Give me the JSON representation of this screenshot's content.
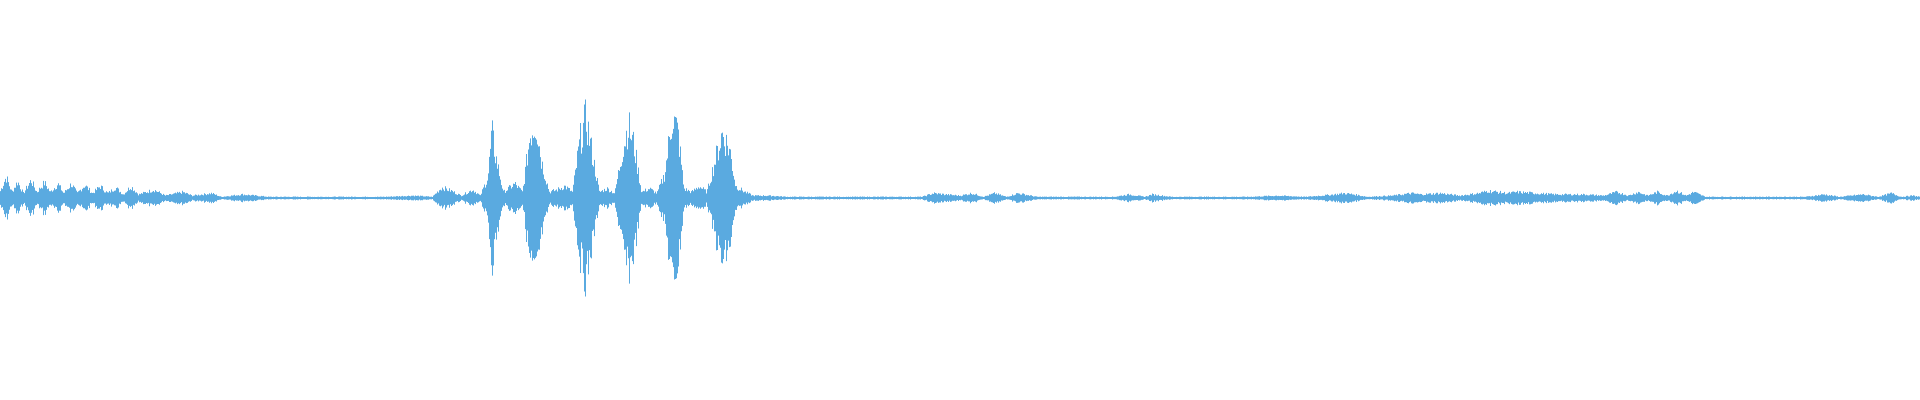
{
  "waveform": {
    "color": "#5aaae0",
    "background": "#ffffff",
    "envelope": [
      [
        0.0,
        0.06
      ],
      [
        0.003,
        0.18
      ],
      [
        0.006,
        0.05
      ],
      [
        0.009,
        0.14
      ],
      [
        0.012,
        0.04
      ],
      [
        0.016,
        0.15
      ],
      [
        0.019,
        0.05
      ],
      [
        0.023,
        0.13
      ],
      [
        0.026,
        0.05
      ],
      [
        0.03,
        0.12
      ],
      [
        0.033,
        0.04
      ],
      [
        0.037,
        0.12
      ],
      [
        0.04,
        0.04
      ],
      [
        0.044,
        0.11
      ],
      [
        0.048,
        0.04
      ],
      [
        0.052,
        0.1
      ],
      [
        0.056,
        0.04
      ],
      [
        0.06,
        0.09
      ],
      [
        0.064,
        0.03
      ],
      [
        0.068,
        0.1
      ],
      [
        0.072,
        0.03
      ],
      [
        0.08,
        0.07
      ],
      [
        0.086,
        0.02
      ],
      [
        0.095,
        0.05
      ],
      [
        0.1,
        0.02
      ],
      [
        0.11,
        0.04
      ],
      [
        0.115,
        0.01
      ],
      [
        0.126,
        0.03
      ],
      [
        0.14,
        0.01
      ],
      [
        0.16,
        0.01
      ],
      [
        0.18,
        0.01
      ],
      [
        0.2,
        0.01
      ],
      [
        0.215,
        0.02
      ],
      [
        0.225,
        0.01
      ],
      [
        0.23,
        0.09
      ],
      [
        0.235,
        0.06
      ],
      [
        0.24,
        0.02
      ],
      [
        0.246,
        0.07
      ],
      [
        0.25,
        0.02
      ],
      [
        0.254,
        0.18
      ],
      [
        0.256,
        0.55
      ],
      [
        0.258,
        0.35
      ],
      [
        0.262,
        0.05
      ],
      [
        0.268,
        0.12
      ],
      [
        0.272,
        0.05
      ],
      [
        0.276,
        0.55
      ],
      [
        0.279,
        0.65
      ],
      [
        0.282,
        0.3
      ],
      [
        0.286,
        0.05
      ],
      [
        0.29,
        0.07
      ],
      [
        0.294,
        0.1
      ],
      [
        0.298,
        0.05
      ],
      [
        0.302,
        0.5
      ],
      [
        0.305,
        0.68
      ],
      [
        0.308,
        0.4
      ],
      [
        0.312,
        0.05
      ],
      [
        0.316,
        0.08
      ],
      [
        0.32,
        0.04
      ],
      [
        0.324,
        0.4
      ],
      [
        0.327,
        0.62
      ],
      [
        0.33,
        0.45
      ],
      [
        0.334,
        0.05
      ],
      [
        0.338,
        0.08
      ],
      [
        0.342,
        0.04
      ],
      [
        0.346,
        0.2
      ],
      [
        0.35,
        0.7
      ],
      [
        0.353,
        0.55
      ],
      [
        0.356,
        0.08
      ],
      [
        0.36,
        0.05
      ],
      [
        0.364,
        0.1
      ],
      [
        0.368,
        0.05
      ],
      [
        0.372,
        0.3
      ],
      [
        0.376,
        0.55
      ],
      [
        0.38,
        0.4
      ],
      [
        0.383,
        0.1
      ],
      [
        0.388,
        0.05
      ],
      [
        0.392,
        0.02
      ],
      [
        0.4,
        0.02
      ],
      [
        0.41,
        0.01
      ],
      [
        0.43,
        0.01
      ],
      [
        0.45,
        0.01
      ],
      [
        0.48,
        0.01
      ],
      [
        0.486,
        0.04
      ],
      [
        0.492,
        0.03
      ],
      [
        0.5,
        0.02
      ],
      [
        0.506,
        0.04
      ],
      [
        0.512,
        0.01
      ],
      [
        0.518,
        0.04
      ],
      [
        0.524,
        0.01
      ],
      [
        0.53,
        0.04
      ],
      [
        0.54,
        0.01
      ],
      [
        0.56,
        0.01
      ],
      [
        0.58,
        0.01
      ],
      [
        0.588,
        0.03
      ],
      [
        0.596,
        0.01
      ],
      [
        0.6,
        0.03
      ],
      [
        0.61,
        0.01
      ],
      [
        0.63,
        0.01
      ],
      [
        0.65,
        0.01
      ],
      [
        0.665,
        0.02
      ],
      [
        0.68,
        0.01
      ],
      [
        0.695,
        0.03
      ],
      [
        0.7,
        0.04
      ],
      [
        0.705,
        0.03
      ],
      [
        0.712,
        0.01
      ],
      [
        0.725,
        0.02
      ],
      [
        0.735,
        0.04
      ],
      [
        0.74,
        0.03
      ],
      [
        0.75,
        0.04
      ],
      [
        0.76,
        0.02
      ],
      [
        0.77,
        0.04
      ],
      [
        0.775,
        0.06
      ],
      [
        0.785,
        0.04
      ],
      [
        0.79,
        0.05
      ],
      [
        0.8,
        0.04
      ],
      [
        0.81,
        0.03
      ],
      [
        0.825,
        0.03
      ],
      [
        0.835,
        0.02
      ],
      [
        0.842,
        0.05
      ],
      [
        0.848,
        0.02
      ],
      [
        0.853,
        0.05
      ],
      [
        0.858,
        0.02
      ],
      [
        0.863,
        0.05
      ],
      [
        0.868,
        0.02
      ],
      [
        0.873,
        0.06
      ],
      [
        0.878,
        0.02
      ],
      [
        0.882,
        0.05
      ],
      [
        0.888,
        0.01
      ],
      [
        0.9,
        0.01
      ],
      [
        0.92,
        0.01
      ],
      [
        0.94,
        0.01
      ],
      [
        0.95,
        0.03
      ],
      [
        0.958,
        0.01
      ],
      [
        0.97,
        0.03
      ],
      [
        0.978,
        0.01
      ],
      [
        0.985,
        0.04
      ],
      [
        0.99,
        0.01
      ],
      [
        0.996,
        0.02
      ],
      [
        1.0,
        0.01
      ]
    ]
  }
}
